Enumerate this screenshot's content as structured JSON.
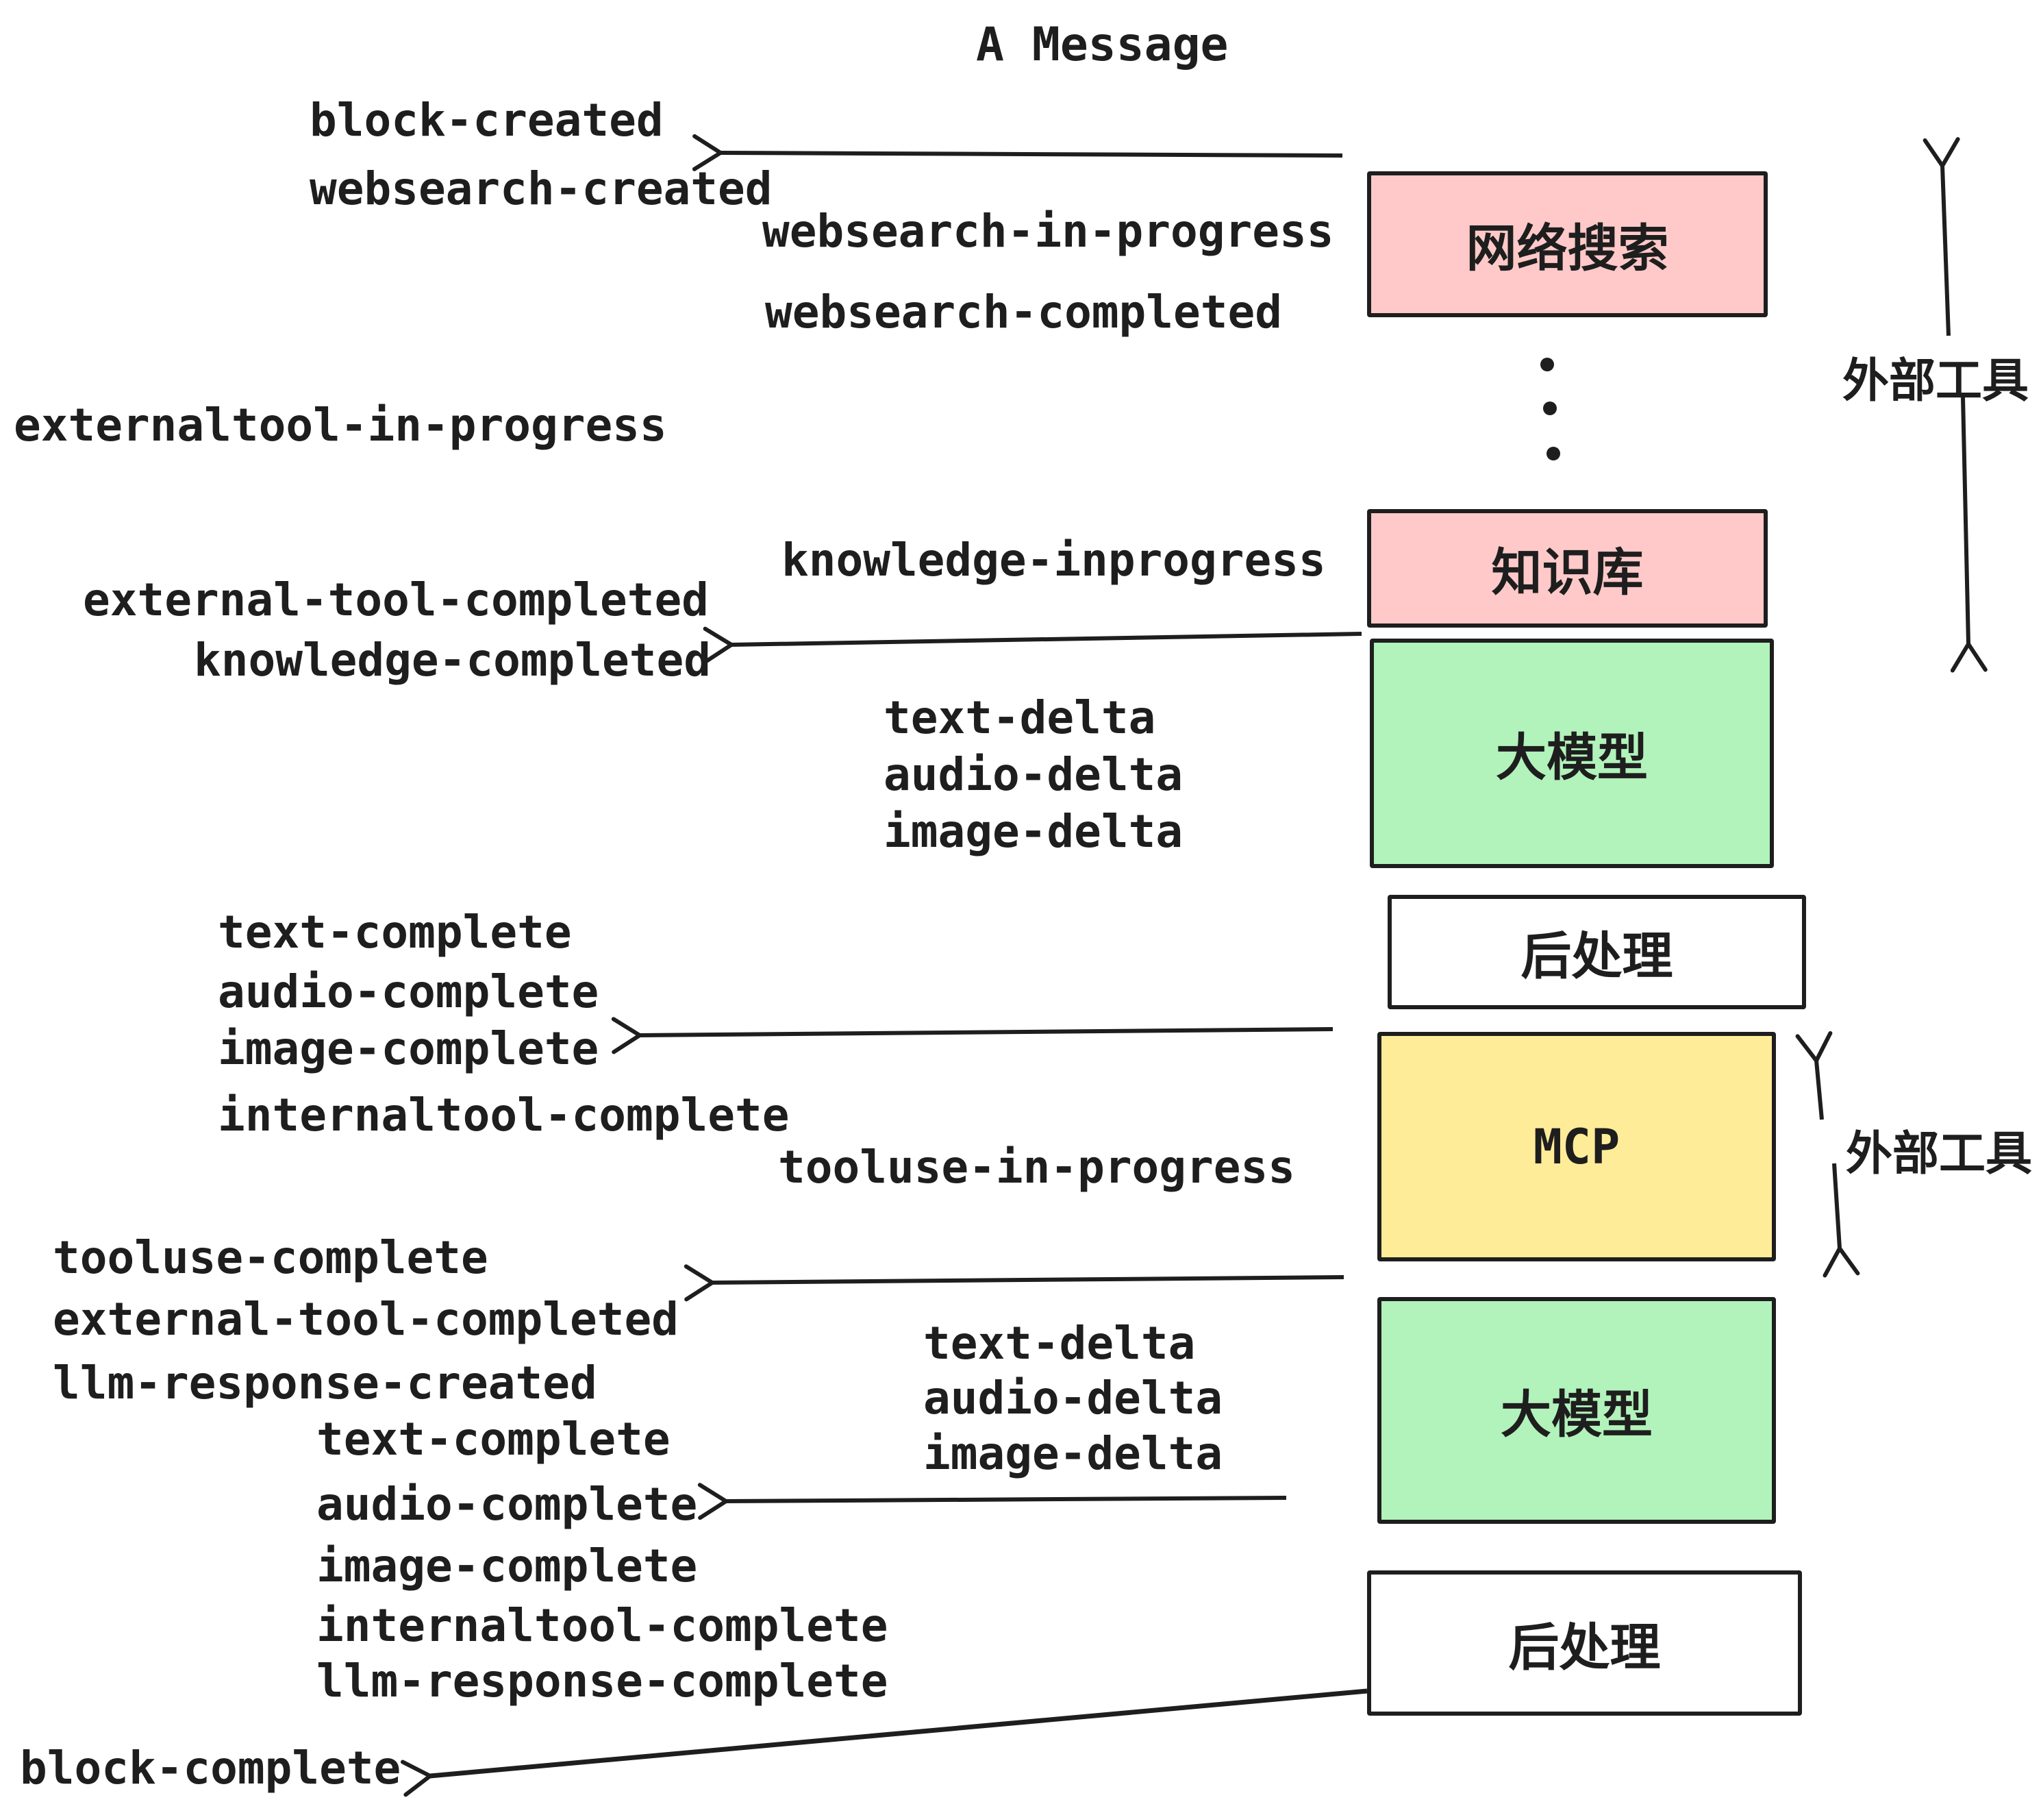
{
  "title": "A Message",
  "colors": {
    "pink": "#FFC9C9",
    "green": "#B2F2BB",
    "yellow": "#FFEC99",
    "white": "#FFFFFF",
    "ink": "#1E1E1E"
  },
  "boxes": {
    "websearch": {
      "label": "网络搜索"
    },
    "knowledge": {
      "label": "知识库"
    },
    "llm_top": {
      "label": "大模型"
    },
    "post_top": {
      "label": "后处理"
    },
    "mcp": {
      "label": "MCP"
    },
    "llm_bottom": {
      "label": "大模型"
    },
    "post_bottom": {
      "label": "后处理"
    }
  },
  "side_labels": {
    "external_tools_top": "外部工具",
    "external_tools_bottom": "外部工具"
  },
  "events": {
    "block_created": "block-created",
    "websearch_created": "websearch-created",
    "websearch_in_progress": "websearch-in-progress",
    "websearch_completed": "websearch-completed",
    "externaltool_in_progress": "externaltool-in-progress",
    "knowledge_inprogress": "knowledge-inprogress",
    "external_tool_completed": "external-tool-completed",
    "knowledge_completed": "knowledge-completed",
    "text_delta": "text-delta",
    "audio_delta": "audio-delta",
    "image_delta": "image-delta",
    "text_complete": "text-complete",
    "audio_complete": "audio-complete",
    "image_complete": "image-complete",
    "internaltool_complete": "internaltool-complete",
    "tooluse_in_progress": "tooluse-in-progress",
    "tooluse_complete": "tooluse-complete",
    "external_tool_completed_2": "external-tool-completed",
    "llm_response_created": "llm-response-created",
    "text_complete_2": "text-complete",
    "audio_complete_2": "audio-complete",
    "text_delta_2": "text-delta",
    "audio_delta_2": "audio-delta",
    "image_delta_2": "image-delta",
    "image_complete_2": "image-complete",
    "internaltool_complete_2": "internaltool-complete",
    "llm_response_complete": "llm-response-complete",
    "block_complete": "block-complete"
  }
}
